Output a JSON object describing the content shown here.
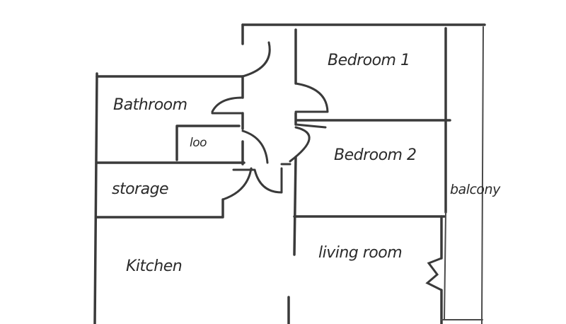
{
  "floor_plan": {
    "rooms": {
      "bedroom1": "Bedroom 1",
      "bathroom": "Bathroom",
      "loo": "loo",
      "bedroom2": "Bedroom 2",
      "storage": "storage",
      "balcony": "balcony",
      "kitchen": "Kitchen",
      "living_room": "living room"
    },
    "ink_color": "#3a3a3a"
  }
}
